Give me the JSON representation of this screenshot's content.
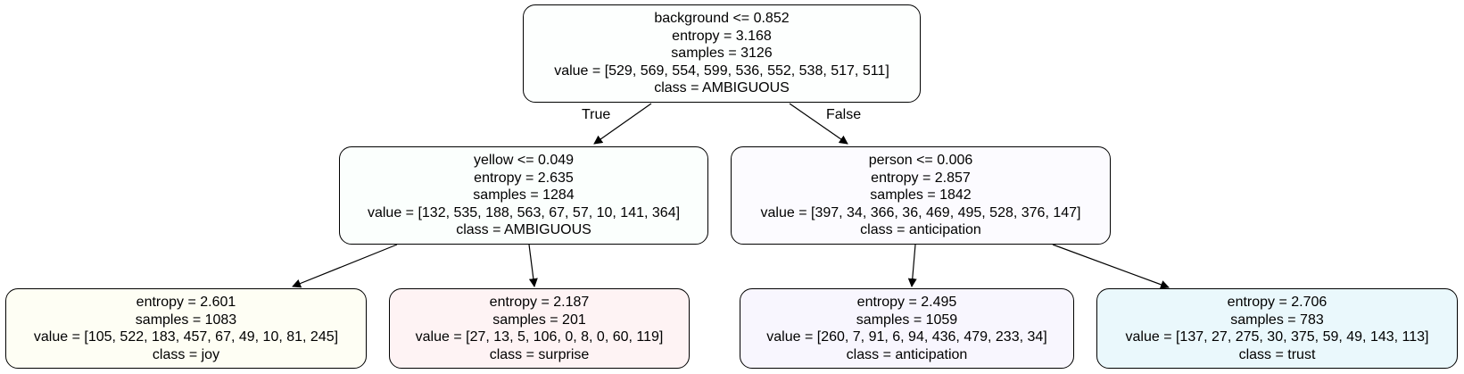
{
  "tree": {
    "edge_labels": {
      "true": "True",
      "false": "False"
    },
    "nodes": {
      "root": {
        "split": "background <= 0.852",
        "entropy": "entropy = 3.168",
        "samples": "samples = 3126",
        "value": "value = [529, 569, 554, 599, 536, 552, 538, 517, 511]",
        "class": "class = AMBIGUOUS",
        "fill": "#fdfffe"
      },
      "left": {
        "split": "yellow <= 0.049",
        "entropy": "entropy = 2.635",
        "samples": "samples = 1284",
        "value": "value = [132, 535, 188, 563, 67, 57, 10, 141, 364]",
        "class": "class = AMBIGUOUS",
        "fill": "#fbfffd"
      },
      "right": {
        "split": "person <= 0.006",
        "entropy": "entropy = 2.857",
        "samples": "samples = 1842",
        "value": "value = [397, 34, 366, 36, 469, 495, 528, 376, 147]",
        "class": "class = anticipation",
        "fill": "#fcfbff"
      },
      "ll": {
        "entropy": "entropy = 2.601",
        "samples": "samples = 1083",
        "value": "value = [105, 522, 183, 457, 67, 49, 10, 81, 245]",
        "class": "class = joy",
        "fill": "#fefef4"
      },
      "lr": {
        "entropy": "entropy = 2.187",
        "samples": "samples = 201",
        "value": "value = [27, 13, 5, 106, 0, 8, 0, 60, 119]",
        "class": "class = surprise",
        "fill": "#fef3f4"
      },
      "rl": {
        "entropy": "entropy = 2.495",
        "samples": "samples = 1059",
        "value": "value = [260, 7, 91, 6, 94, 436, 479, 233, 34]",
        "class": "class = anticipation",
        "fill": "#f8f6fe"
      },
      "rr": {
        "entropy": "entropy = 2.706",
        "samples": "samples = 783",
        "value": "value = [137, 27, 275, 30, 375, 59, 49, 143, 113]",
        "class": "class = trust",
        "fill": "#eaf8fc"
      }
    }
  }
}
